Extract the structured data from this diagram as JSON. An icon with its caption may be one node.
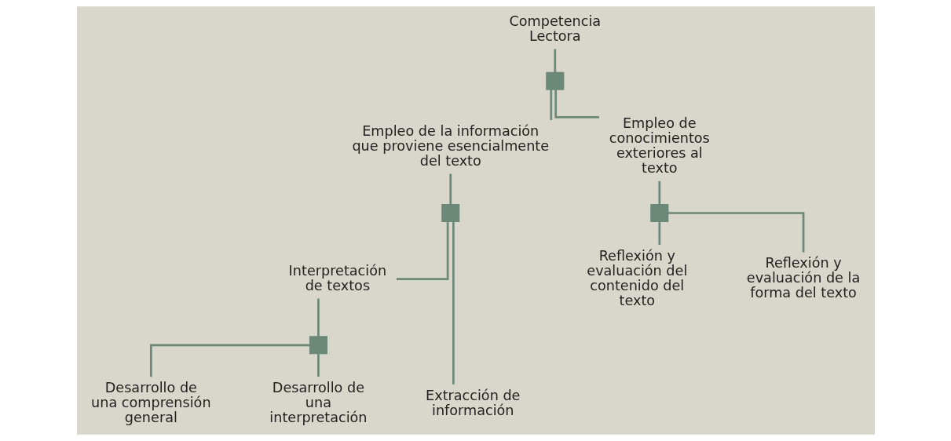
{
  "diagram": {
    "nodes": [
      {
        "text": [
          "Competencia Lectora"
        ]
      },
      {
        "text": [],
        "shape": "box"
      },
      {
        "text": [
          "Empleo de la información que proviene esencialmente del texto"
        ]
      },
      {
        "text": [
          "Empleo de conocimientos exteriores al texto"
        ]
      },
      {
        "text": [],
        "shape": "box"
      },
      {
        "text": [],
        "shape": "box"
      },
      {
        "text": [
          "Interpretación de textos"
        ]
      },
      {
        "text": [
          "Reflexión y evaluación del contenido del texto"
        ]
      },
      {
        "text": [
          "Reflexión y evaluación de la forma del texto"
        ]
      },
      {
        "text": [],
        "shape": "box"
      },
      {
        "text": [
          "Extracción de información"
        ]
      },
      {
        "text": [
          "Desarrollo de una comprensión general"
        ]
      },
      {
        "text": [
          "Desarrollo de una interpretación"
        ]
      }
    ],
    "edges": [
      {
        "from": 0,
        "to": 1,
        "arrow": "none"
      },
      {
        "from": 1,
        "to": 2,
        "arrow": "none"
      },
      {
        "from": 1,
        "to": 3,
        "arrow": "none"
      },
      {
        "from": 2,
        "to": 4,
        "arrow": "none"
      },
      {
        "from": 3,
        "to": 5,
        "arrow": "none"
      },
      {
        "from": 4,
        "to": 10,
        "arrow": "none"
      },
      {
        "from": 4,
        "to": 6,
        "arrow": "none"
      },
      {
        "from": 5,
        "to": 7,
        "arrow": "none"
      },
      {
        "from": 5,
        "to": 8,
        "arrow": "none"
      },
      {
        "from": 6,
        "to": 9,
        "arrow": "none"
      },
      {
        "from": 9,
        "to": 11,
        "arrow": "none"
      },
      {
        "from": 9,
        "to": 12,
        "arrow": "none"
      }
    ]
  }
}
